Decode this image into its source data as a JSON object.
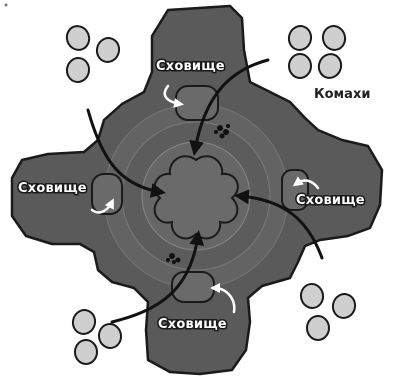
{
  "labels": {
    "storage_top": "Сховище",
    "storage_left": "Сховище",
    "storage_right": "Сховище",
    "storage_bottom": "Сховище",
    "insects": "Комахи"
  }
}
